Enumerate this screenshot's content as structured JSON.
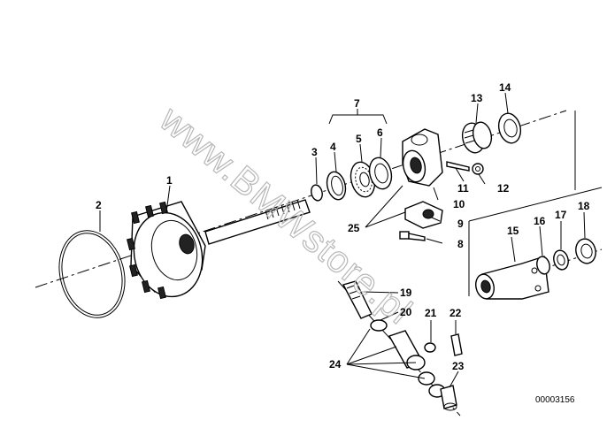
{
  "diagram": {
    "callouts": [
      "1",
      "2",
      "3",
      "4",
      "5",
      "6",
      "7",
      "8",
      "9",
      "10",
      "11",
      "12",
      "13",
      "14",
      "15",
      "16",
      "17",
      "18",
      "19",
      "20",
      "21",
      "22",
      "23",
      "24",
      "25"
    ],
    "reference_number": "00003156",
    "watermark": "www.BMWstore.pl"
  }
}
